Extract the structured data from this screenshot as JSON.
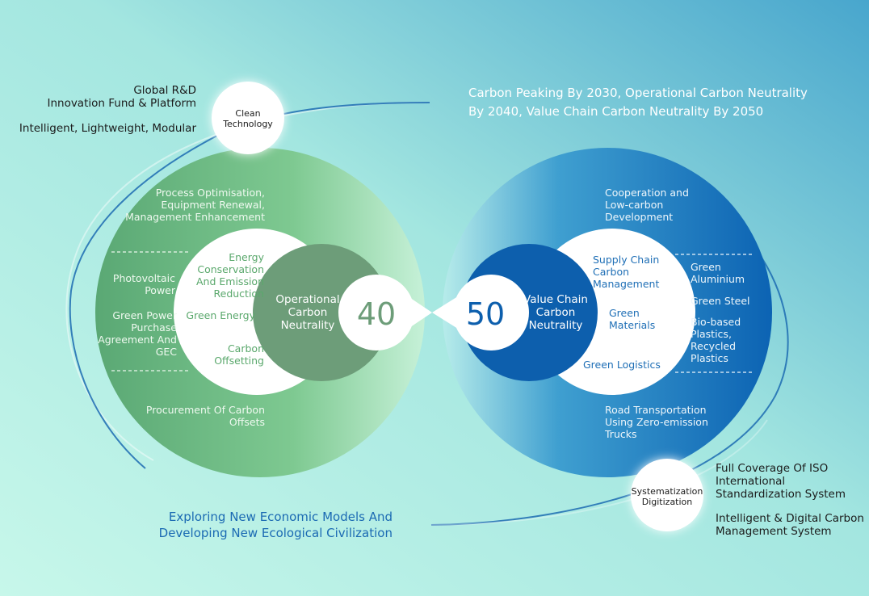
{
  "top_left": {
    "rd_line1": "Global R&D",
    "rd_line2": "Innovation Fund & Platform",
    "modular": "Intelligent, Lightweight, Modular"
  },
  "clean_technology": {
    "line1": "Clean",
    "line2": "Technology"
  },
  "goals": {
    "line1": "Carbon Peaking By 2030, Operational Carbon Neutrality",
    "line2": "By 2040, Value Chain Carbon Neutrality By 2050"
  },
  "left": {
    "process": [
      "Process Optimisation,",
      "Equipment Renewal,",
      "Management Enhancement"
    ],
    "pv": [
      "Photovoltaic",
      "Power"
    ],
    "green_power": [
      "Green Power",
      "Purchase",
      "Agreement And",
      "GEC"
    ],
    "procurement": [
      "Procurement Of  Carbon",
      "Offsets"
    ],
    "inner": {
      "energy": [
        "Energy",
        "Conservation",
        "And Emission",
        "Reduction"
      ],
      "green_energy": "Green Energy",
      "offsetting": [
        "Carbon",
        "Offsetting"
      ]
    },
    "core": [
      "Operational",
      "Carbon",
      "Neutrality"
    ],
    "year": "40"
  },
  "right": {
    "coop": [
      "Cooperation and",
      "Low-carbon",
      "Development"
    ],
    "aluminium": [
      "Green",
      "Aluminium"
    ],
    "steel": "Green Steel",
    "plastics": [
      "Bio-based",
      "Plastics,",
      "Recycled",
      "Plastics"
    ],
    "road": [
      "Road Transportation",
      "Using Zero-emission",
      "Trucks"
    ],
    "inner": {
      "supply": [
        "Supply Chain",
        "Carbon",
        "Management"
      ],
      "materials": [
        "Green",
        "Materials"
      ],
      "logistics": "Green Logistics"
    },
    "core": [
      "Value Chain",
      "Carbon",
      "Neutrality"
    ],
    "year": "50"
  },
  "systematization": {
    "line1": "Systematization",
    "line2": "Digitization"
  },
  "bottom_right": {
    "iso": [
      "Full Coverage Of ISO",
      "International",
      "Standardization System"
    ],
    "digital": [
      "Intelligent & Digital Carbon",
      "Management System"
    ]
  },
  "bottom_left": {
    "line1": "Exploring New Economic Models And",
    "line2": "Developing New Ecological Civilization"
  },
  "colors": {
    "green": "#5fae76",
    "green_dark": "#6fa07c",
    "blue": "#1a73c0",
    "blue_dark": "#0d5fad",
    "title_blue": "#1b6ab3",
    "bg_top": "#4aa7cd",
    "bg_bottom": "#c9f6ec"
  }
}
